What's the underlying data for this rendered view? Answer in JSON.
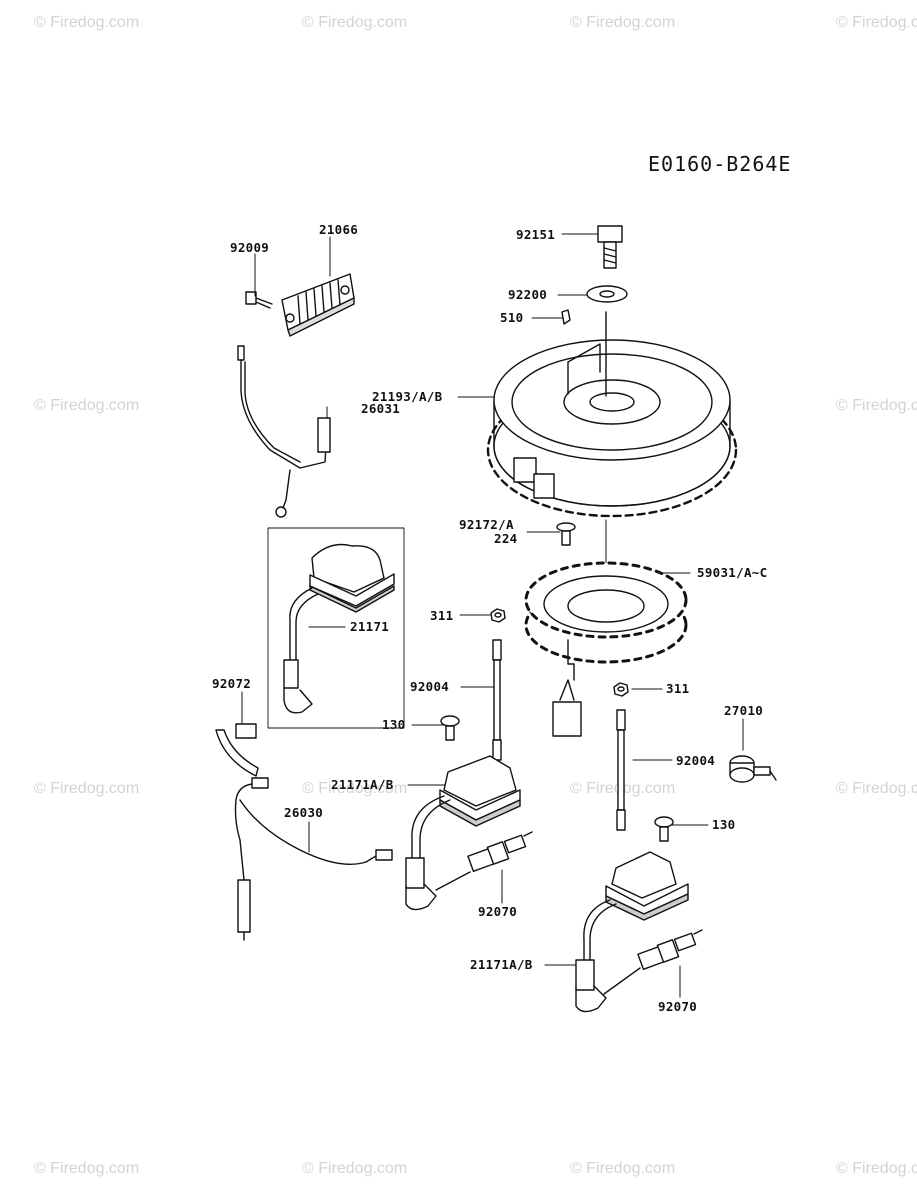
{
  "diagram_code": "E0160-B264E",
  "watermark": "© Firedog.com",
  "part_labels": {
    "p92009": "92009",
    "p21066": "21066",
    "p92151": "92151",
    "p92200": "92200",
    "p510": "510",
    "p21193": "21193/A/B",
    "p26031": "26031",
    "p92172": "92172/A",
    "p224": "224",
    "p59031": "59031/A~C",
    "p21171": "21171",
    "p311a": "311",
    "p311b": "311",
    "p92072": "92072",
    "p92004a": "92004",
    "p92004b": "92004",
    "p27010": "27010",
    "p130a": "130",
    "p130b": "130",
    "p21171ab_a": "21171A/B",
    "p21171ab_b": "21171A/B",
    "p26030": "26030",
    "p92070a": "92070",
    "p92070b": "92070"
  },
  "parts": [
    {
      "number": "92009",
      "name": "bolt-icon"
    },
    {
      "number": "21066",
      "name": "regulator-icon"
    },
    {
      "number": "92151",
      "name": "flywheel-bolt-icon"
    },
    {
      "number": "92200",
      "name": "washer-icon"
    },
    {
      "number": "510",
      "name": "key-icon"
    },
    {
      "number": "21193/A/B",
      "name": "flywheel-icon"
    },
    {
      "number": "26031",
      "name": "harness-icon"
    },
    {
      "number": "92172/A",
      "name": "screw-icon"
    },
    {
      "number": "59031/A~C",
      "name": "stator-icon"
    },
    {
      "number": "21171",
      "name": "ignition-coil-icon"
    },
    {
      "number": "311",
      "name": "nut-icon"
    },
    {
      "number": "92072",
      "name": "band-icon"
    },
    {
      "number": "92004",
      "name": "stud-icon"
    },
    {
      "number": "27010",
      "name": "oil-pressure-switch-icon"
    },
    {
      "number": "130",
      "name": "flange-bolt-icon"
    },
    {
      "number": "21171A/B",
      "name": "ignition-coil-icon"
    },
    {
      "number": "26030",
      "name": "lead-wire-icon"
    },
    {
      "number": "92070",
      "name": "spark-plug-icon"
    }
  ]
}
